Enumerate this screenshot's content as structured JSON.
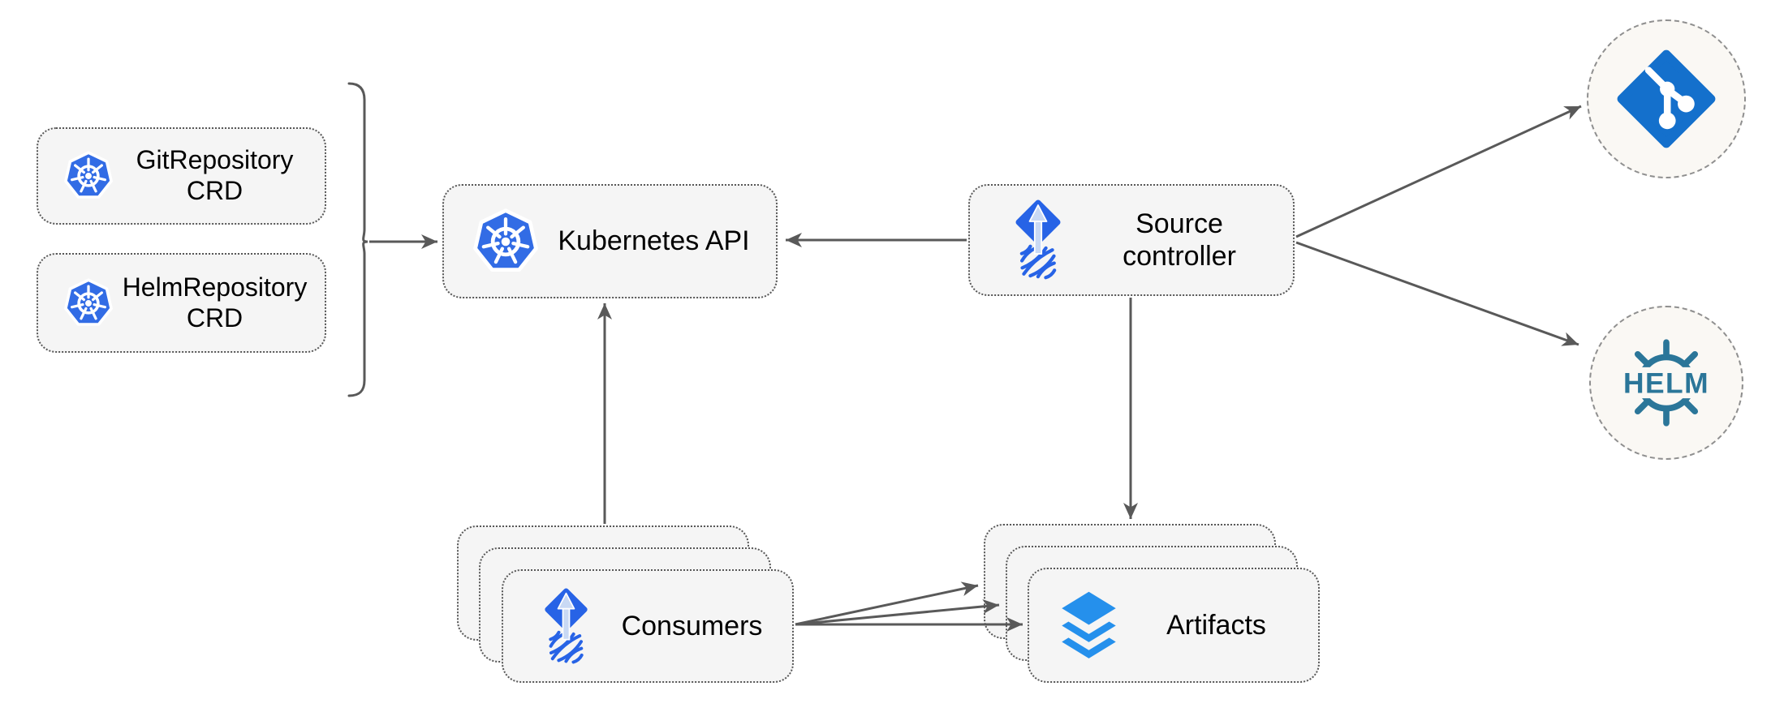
{
  "diagram": {
    "nodes": {
      "git_repository_crd": {
        "label": "GitRepository\nCRD",
        "icon": "kubernetes-icon"
      },
      "helm_repository_crd": {
        "label": "HelmRepository\nCRD",
        "icon": "kubernetes-icon"
      },
      "kubernetes_api": {
        "label": "Kubernetes API",
        "icon": "kubernetes-icon"
      },
      "source_controller": {
        "label": "Source\ncontroller",
        "icon": "flux-icon"
      },
      "consumers": {
        "label": "Consumers",
        "icon": "flux-icon",
        "stacked": 3
      },
      "artifacts": {
        "label": "Artifacts",
        "icon": "layers-icon",
        "stacked": 3
      },
      "git_remote": {
        "icon": "git-icon"
      },
      "helm_remote": {
        "icon": "helm-icon",
        "text": "HELM"
      }
    },
    "edges": [
      {
        "from": "git_repository_crd+helm_repository_crd",
        "to": "kubernetes_api",
        "via": "brace"
      },
      {
        "from": "source_controller",
        "to": "kubernetes_api"
      },
      {
        "from": "consumers",
        "to": "kubernetes_api"
      },
      {
        "from": "source_controller",
        "to": "artifacts"
      },
      {
        "from": "source_controller",
        "to": "git_remote"
      },
      {
        "from": "source_controller",
        "to": "helm_remote"
      },
      {
        "from": "consumers",
        "to": "artifacts",
        "count": 3
      }
    ],
    "colors": {
      "background": "#ffffff",
      "node_fill": "#f5f5f5",
      "node_border": "#575757",
      "endpoint_fill": "#faf8f4",
      "endpoint_border": "#8f8f8f",
      "arrow": "#595959",
      "text": "#000000",
      "kubernetes_blue": "#326ce5",
      "flux_blue": "#2763e6",
      "flux_arrow_light": "#c9d9f4",
      "git_blue": "#1470cc",
      "layers_blue": "#2590ec",
      "helm_teal": "#2b7699"
    }
  }
}
